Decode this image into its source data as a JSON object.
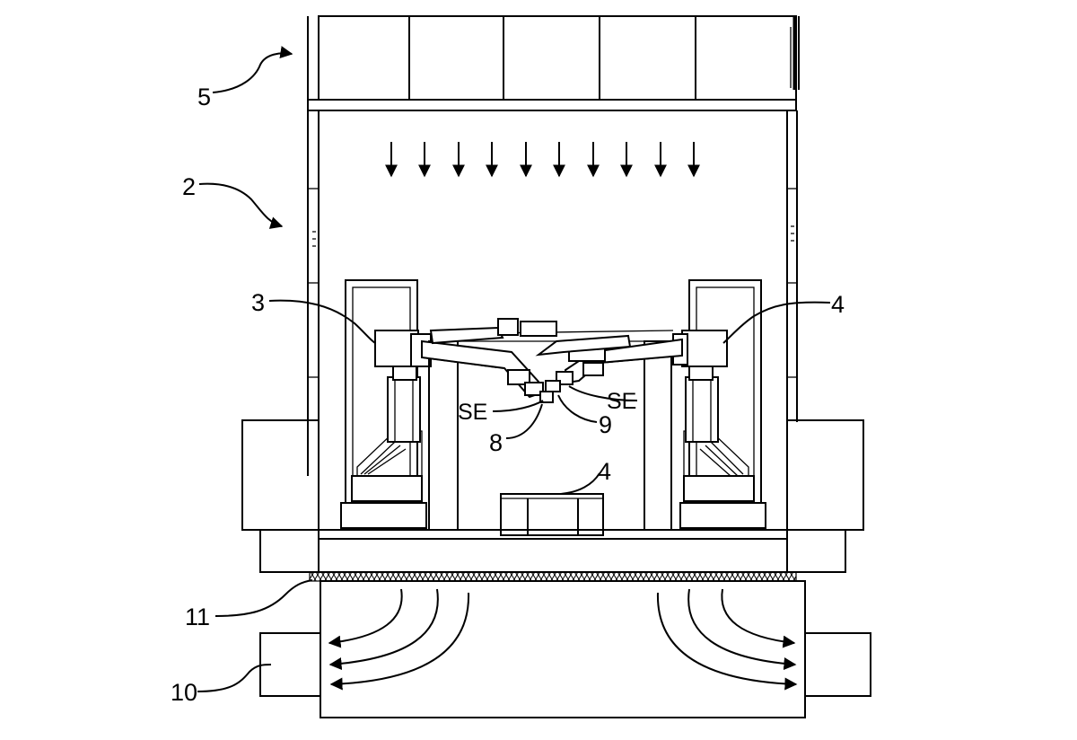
{
  "labels": {
    "l5": "5",
    "l2": "2",
    "l3": "3",
    "l4_right": "4",
    "l4_center": "4",
    "se_left": "SE",
    "se_right": "SE",
    "l8": "8",
    "l9": "9",
    "l11": "11",
    "l10": "10"
  },
  "airflow": {
    "down_arrow_count": 10,
    "exhaust_arrows_per_side": 3
  }
}
